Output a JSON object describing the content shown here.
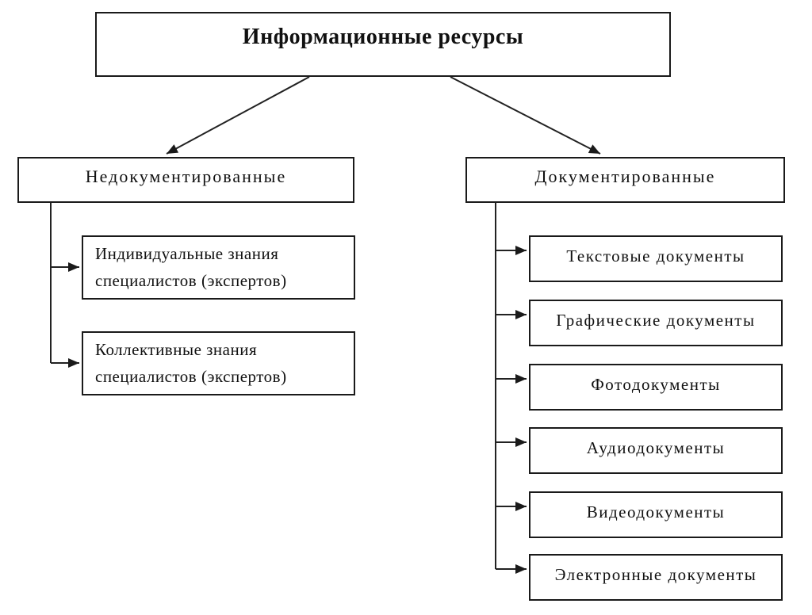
{
  "diagram": {
    "title": "Информационные ресурсы",
    "left_branch": {
      "label": "Недокументированные",
      "items": [
        "Индивидуальные знания специалистов (экспертов)",
        "Коллективные знания специалистов (экспертов)"
      ]
    },
    "right_branch": {
      "label": "Документированные",
      "items": [
        "Текстовые документы",
        "Графические документы",
        "Фотодокументы",
        "Аудиодокументы",
        "Видеодокументы",
        "Электронные документы"
      ]
    },
    "colors": {
      "border": "#1a1a1a",
      "line": "#222222",
      "background": "#ffffff",
      "text": "#111111"
    }
  }
}
